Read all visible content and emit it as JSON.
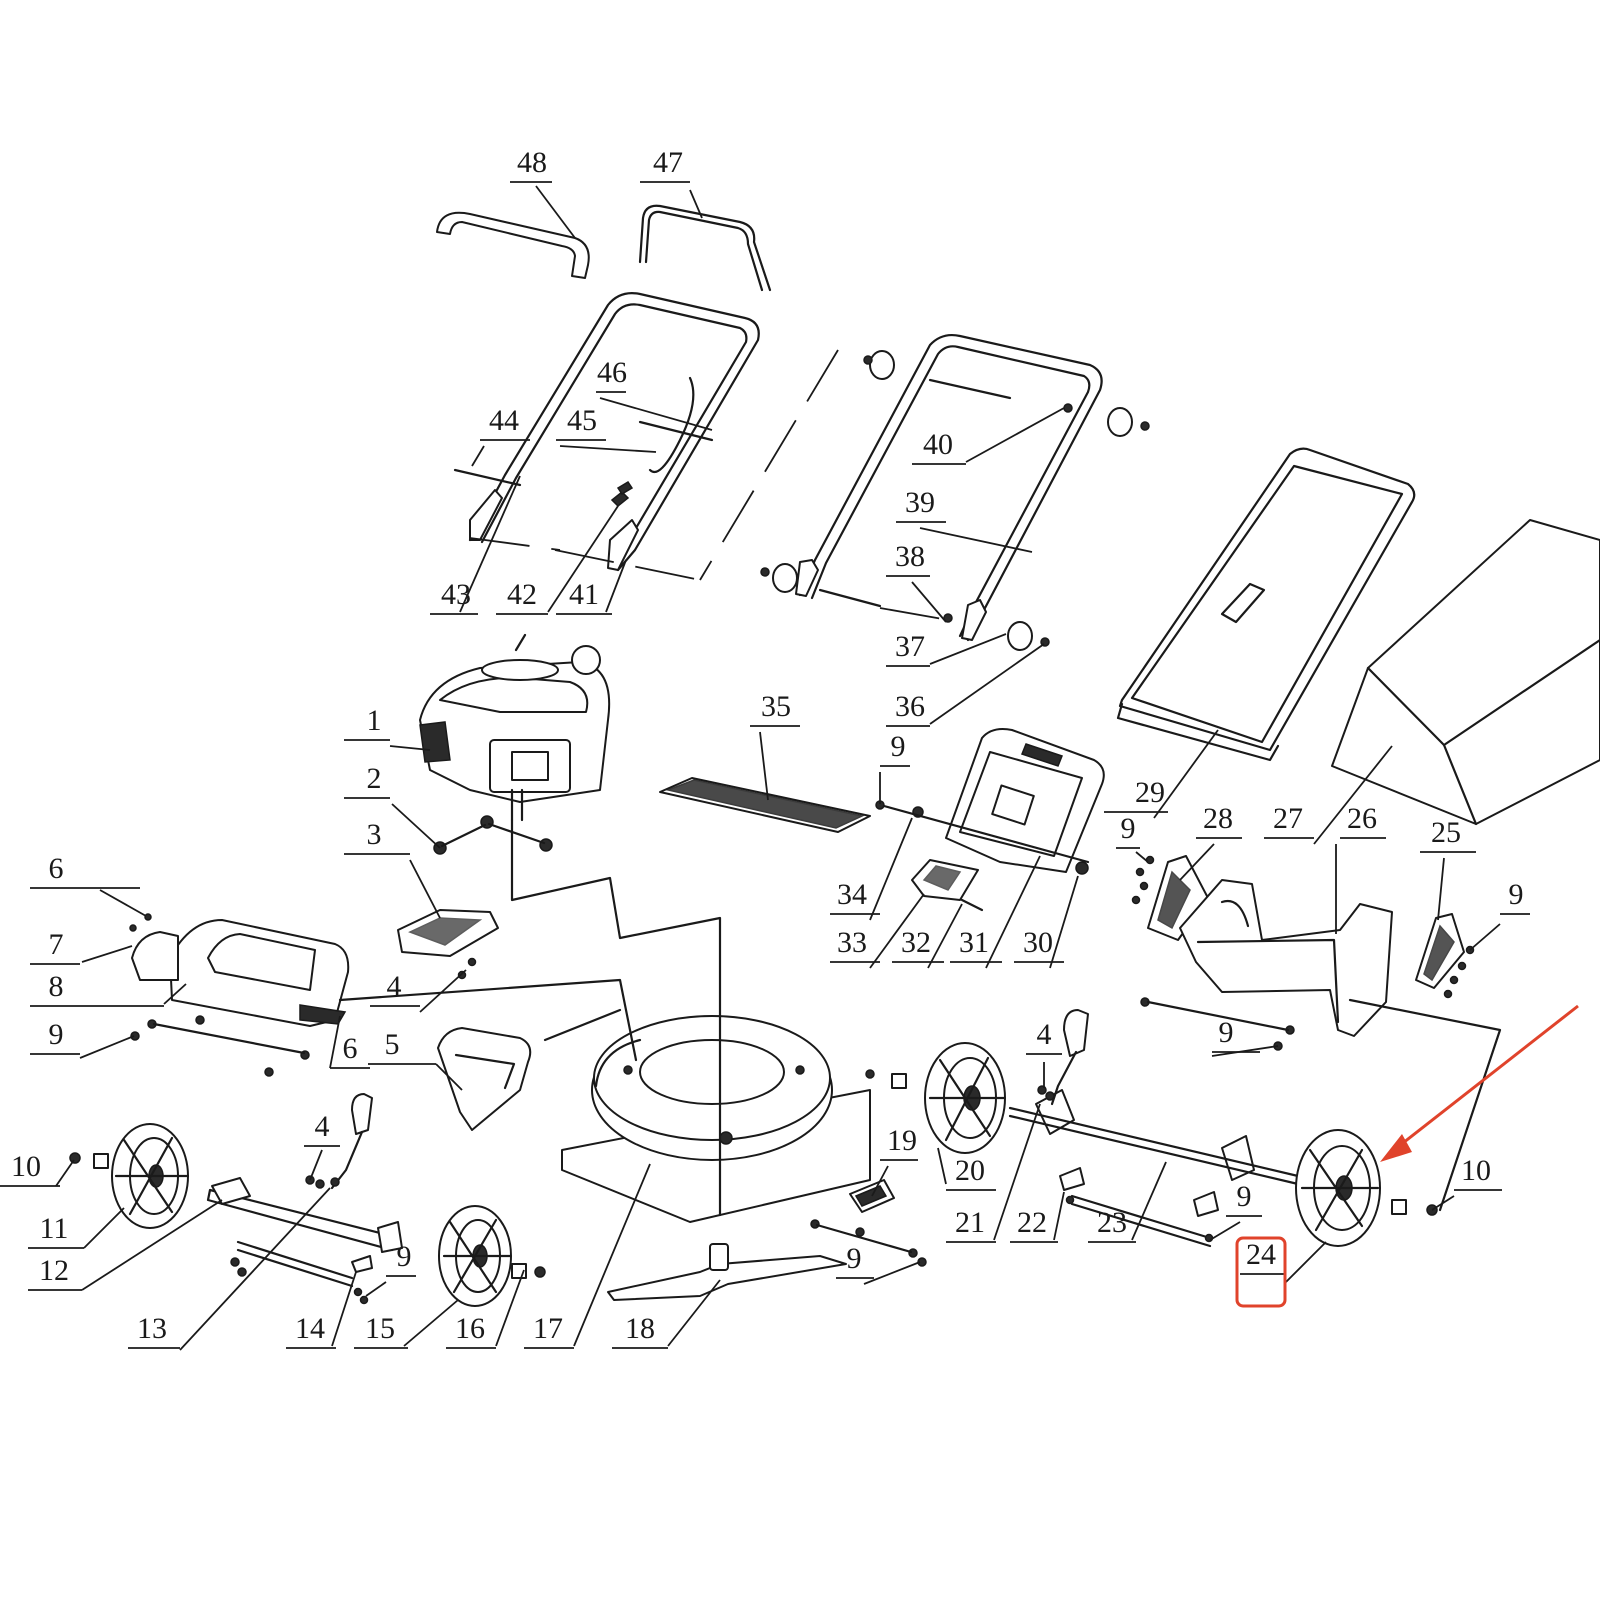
{
  "diagram": {
    "type": "exploded-parts-view",
    "highlighted_part": "24",
    "highlight_color": "#e0432b",
    "line_color": "#1a1a1a",
    "part_labels": [
      {
        "id": "p48",
        "text": "48"
      },
      {
        "id": "p47",
        "text": "47"
      },
      {
        "id": "p46",
        "text": "46"
      },
      {
        "id": "p45",
        "text": "45"
      },
      {
        "id": "p44",
        "text": "44"
      },
      {
        "id": "p43",
        "text": "43"
      },
      {
        "id": "p42",
        "text": "42"
      },
      {
        "id": "p41",
        "text": "41"
      },
      {
        "id": "p40",
        "text": "40"
      },
      {
        "id": "p39",
        "text": "39"
      },
      {
        "id": "p38",
        "text": "38"
      },
      {
        "id": "p37",
        "text": "37"
      },
      {
        "id": "p36",
        "text": "36"
      },
      {
        "id": "p35",
        "text": "35"
      },
      {
        "id": "p1",
        "text": "1"
      },
      {
        "id": "p2",
        "text": "2"
      },
      {
        "id": "p3",
        "text": "3"
      },
      {
        "id": "p9a",
        "text": "9"
      },
      {
        "id": "p29",
        "text": "29"
      },
      {
        "id": "p9b",
        "text": "9"
      },
      {
        "id": "p28",
        "text": "28"
      },
      {
        "id": "p27",
        "text": "27"
      },
      {
        "id": "p26",
        "text": "26"
      },
      {
        "id": "p25",
        "text": "25"
      },
      {
        "id": "p6a",
        "text": "6"
      },
      {
        "id": "p7",
        "text": "7"
      },
      {
        "id": "p8",
        "text": "8"
      },
      {
        "id": "p4a",
        "text": "4"
      },
      {
        "id": "p34",
        "text": "34"
      },
      {
        "id": "p33",
        "text": "33"
      },
      {
        "id": "p32",
        "text": "32"
      },
      {
        "id": "p31",
        "text": "31"
      },
      {
        "id": "p30",
        "text": "30"
      },
      {
        "id": "p9c",
        "text": "9"
      },
      {
        "id": "p9d",
        "text": "9"
      },
      {
        "id": "p6b",
        "text": "6"
      },
      {
        "id": "p5",
        "text": "5"
      },
      {
        "id": "p9e",
        "text": "9"
      },
      {
        "id": "p4b",
        "text": "4"
      },
      {
        "id": "p10a",
        "text": "10"
      },
      {
        "id": "p19",
        "text": "19"
      },
      {
        "id": "p4c",
        "text": "4"
      },
      {
        "id": "p20",
        "text": "20"
      },
      {
        "id": "p10b",
        "text": "10"
      },
      {
        "id": "p11",
        "text": "11"
      },
      {
        "id": "p12",
        "text": "12"
      },
      {
        "id": "p9f",
        "text": "9"
      },
      {
        "id": "p21",
        "text": "21"
      },
      {
        "id": "p22",
        "text": "22"
      },
      {
        "id": "p23",
        "text": "23"
      },
      {
        "id": "p9g",
        "text": "9"
      },
      {
        "id": "p9h",
        "text": "9"
      },
      {
        "id": "p24",
        "text": "24"
      },
      {
        "id": "p13",
        "text": "13"
      },
      {
        "id": "p14",
        "text": "14"
      },
      {
        "id": "p15",
        "text": "15"
      },
      {
        "id": "p16",
        "text": "16"
      },
      {
        "id": "p17",
        "text": "17"
      },
      {
        "id": "p18",
        "text": "18"
      }
    ]
  }
}
